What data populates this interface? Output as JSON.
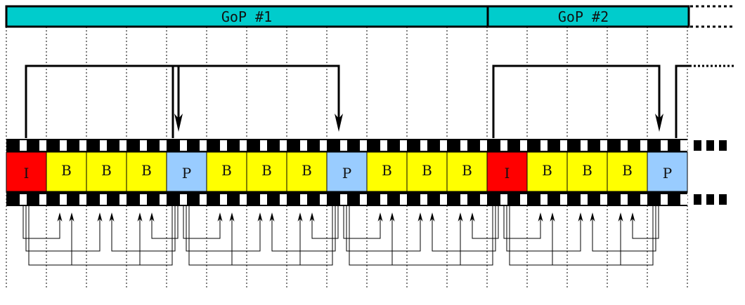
{
  "gops": [
    {
      "label": "GoP #1"
    },
    {
      "label": "GoP #2"
    }
  ],
  "frames": [
    {
      "type": "I",
      "label": "I"
    },
    {
      "type": "B",
      "label": "B"
    },
    {
      "type": "B",
      "label": "B"
    },
    {
      "type": "B",
      "label": "B"
    },
    {
      "type": "P",
      "label": "P"
    },
    {
      "type": "B",
      "label": "B"
    },
    {
      "type": "B",
      "label": "B"
    },
    {
      "type": "B",
      "label": "B"
    },
    {
      "type": "P",
      "label": "P"
    },
    {
      "type": "B",
      "label": "B"
    },
    {
      "type": "B",
      "label": "B"
    },
    {
      "type": "B",
      "label": "B"
    },
    {
      "type": "I",
      "label": "I"
    },
    {
      "type": "B",
      "label": "B"
    },
    {
      "type": "B",
      "label": "B"
    },
    {
      "type": "B",
      "label": "B"
    },
    {
      "type": "P",
      "label": "P"
    }
  ],
  "forward_refs": [
    {
      "from": 0,
      "to": 4
    },
    {
      "from": 4,
      "to": 8
    },
    {
      "from": 12,
      "to": 16
    }
  ],
  "colors": {
    "I": "#ff0000",
    "B": "#ffff00",
    "P": "#99ccff",
    "gop_bar": "#00cccc",
    "film": "#000000"
  }
}
